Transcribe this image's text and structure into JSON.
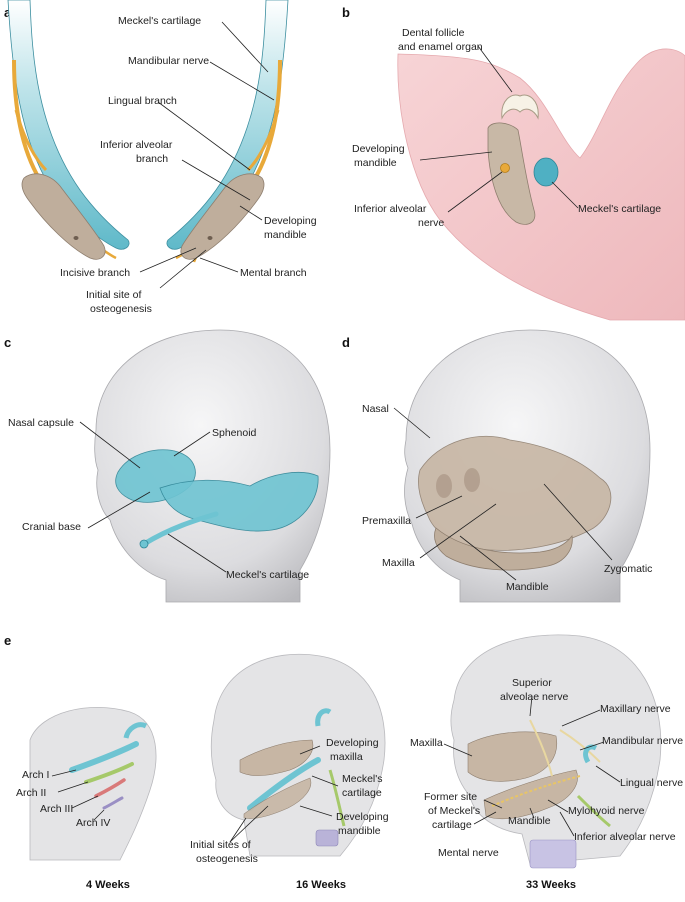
{
  "panels": {
    "a": {
      "letter": "a",
      "labels": {
        "meckels_cartilage": "Meckel's cartilage",
        "mandibular_nerve": "Mandibular nerve",
        "lingual_branch": "Lingual branch",
        "inferior_alveolar_1": "Inferior alveolar",
        "inferior_alveolar_2": "branch",
        "developing_mandible_1": "Developing",
        "developing_mandible_2": "mandible",
        "incisive_branch": "Incisive branch",
        "mental_branch": "Mental branch",
        "osteogenesis_1": "Initial site of",
        "osteogenesis_2": "osteogenesis"
      }
    },
    "b": {
      "letter": "b",
      "labels": {
        "dental_follicle_1": "Dental follicle",
        "dental_follicle_2": "and enamel organ",
        "developing_mandible_1": "Developing",
        "developing_mandible_2": "mandible",
        "inferior_alveolar_1": "Inferior alveolar",
        "inferior_alveolar_2": "nerve",
        "meckels_cartilage": "Meckel's cartilage"
      }
    },
    "c": {
      "letter": "c",
      "labels": {
        "nasal_capsule": "Nasal capsule",
        "sphenoid": "Sphenoid",
        "cranial_base": "Cranial base",
        "meckels_cartilage": "Meckel's cartilage"
      }
    },
    "d": {
      "letter": "d",
      "labels": {
        "nasal": "Nasal",
        "premaxilla": "Premaxilla",
        "maxilla": "Maxilla",
        "mandible": "Mandible",
        "zygomatic": "Zygomatic"
      }
    },
    "e": {
      "letter": "e",
      "ages": [
        "4 Weeks",
        "16 Weeks",
        "33 Weeks"
      ],
      "week4": {
        "arch1": "Arch I",
        "arch2": "Arch II",
        "arch3": "Arch III",
        "arch4": "Arch IV"
      },
      "week16": {
        "dev_maxilla_1": "Developing",
        "dev_maxilla_2": "maxilla",
        "meckels_1": "Meckel's",
        "meckels_2": "cartilage",
        "dev_mandible_1": "Developing",
        "dev_mandible_2": "mandible",
        "initial_1": "Initial sites of",
        "initial_2": "osteogenesis"
      },
      "week33": {
        "superior_1": "Superior",
        "superior_2": "alveolae nerve",
        "maxillary_nerve": "Maxillary nerve",
        "maxilla": "Maxilla",
        "mandibular_nerve": "Mandibular nerve",
        "lingual_nerve": "Lingual nerve",
        "former_1": "Former site",
        "former_2": "of Meckel's",
        "former_3": "cartilage",
        "mylohyoid_nerve": "Mylohyoid nerve",
        "inferior_alveolar_nerve": "Inferior alveolar nerve",
        "mandible": "Mandible",
        "mental_nerve": "Mental nerve"
      }
    }
  },
  "colors": {
    "cartilage": "#5fb9c9",
    "nerve": "#e8a93a",
    "bone": "#bfae9c",
    "tissue": "#f3c9cc",
    "skin": "#e4e4e6"
  }
}
